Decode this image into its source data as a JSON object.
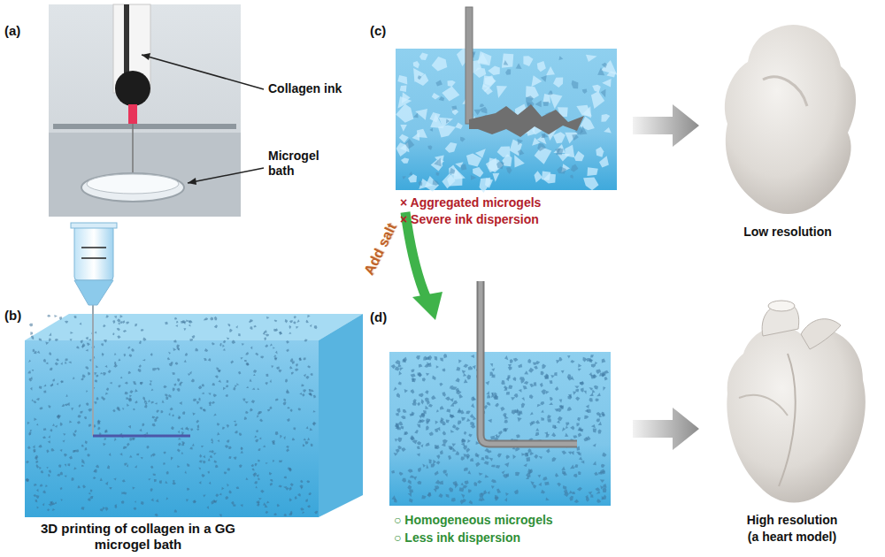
{
  "diagram": {
    "labels": [
      "(a)",
      "Collagen ink",
      "Microgel bath",
      "(b)",
      "3D printing of collagen in a GG microgel bath",
      "(c)",
      "× Aggregated microgels",
      "× Severe ink dispersion",
      "Low resolution",
      "Add salt",
      "(d)",
      "○ Homogeneous microgels",
      "○ Less ink dispersion",
      "High resolution",
      "(a heart model)"
    ]
  }
}
